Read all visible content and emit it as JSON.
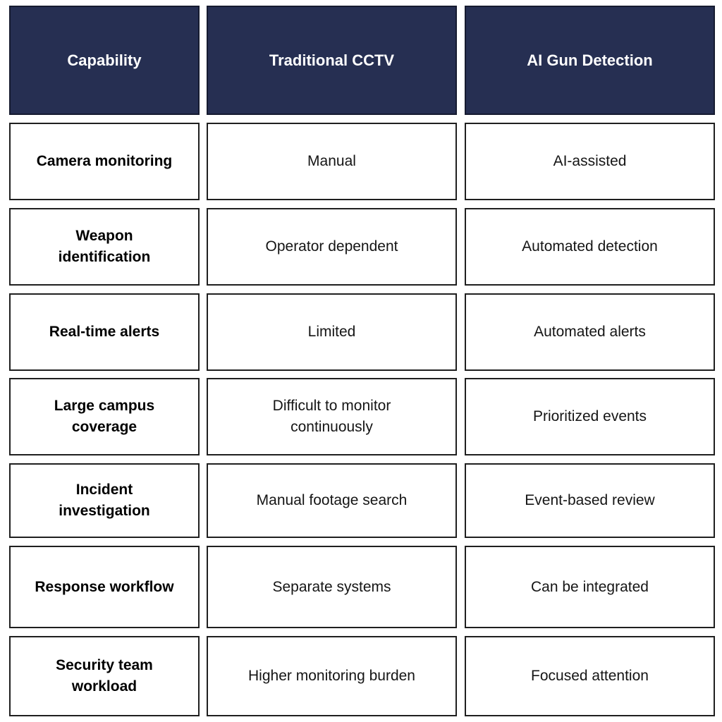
{
  "table": {
    "headers": {
      "capability": "Capability",
      "traditional": "Traditional CCTV",
      "ai": "AI Gun Detection"
    },
    "rows": [
      {
        "capability": "Camera monitoring",
        "traditional": "Manual",
        "ai": "AI-assisted"
      },
      {
        "capability": "Weapon\nidentification",
        "traditional": "Operator dependent",
        "ai": "Automated detection"
      },
      {
        "capability": "Real-time alerts",
        "traditional": "Limited",
        "ai": "Automated alerts"
      },
      {
        "capability": "Large campus\ncoverage",
        "traditional": "Difficult to monitor\ncontinuously",
        "ai": "Prioritized events"
      },
      {
        "capability": "Incident\ninvestigation",
        "traditional": "Manual footage search",
        "ai": "Event-based review"
      },
      {
        "capability": "Response workflow",
        "traditional": "Separate systems",
        "ai": "Can be integrated"
      },
      {
        "capability": "Security team\nworkload",
        "traditional": "Higher monitoring burden",
        "ai": "Focused attention"
      }
    ]
  },
  "colors": {
    "header_background": "#262f52",
    "header_text": "#ffffff",
    "border": "#1f1f1f",
    "cell_background": "#ffffff"
  }
}
